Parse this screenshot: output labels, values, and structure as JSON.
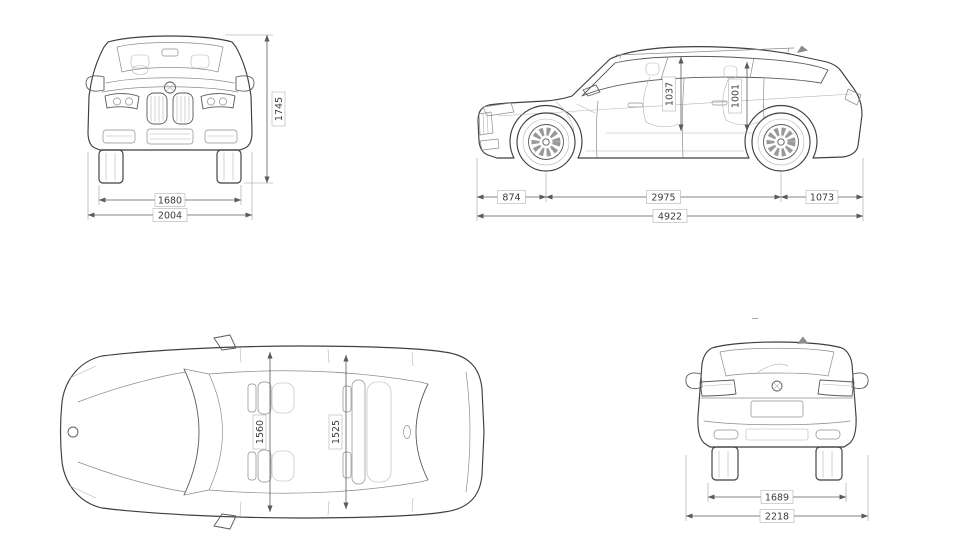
{
  "diagram": {
    "colors": {
      "background": "#ffffff",
      "outline": "#3f3f3f",
      "detail": "#8c8c8c",
      "dimension_line": "#5a5a5a",
      "label_text": "#3d3d3d"
    },
    "views": {
      "front": {
        "height": "1745",
        "track": "1680",
        "width": "2004"
      },
      "side": {
        "front_interior_height": "1037",
        "rear_interior_height": "1001",
        "front_overhang": "874",
        "wheelbase": "2975",
        "rear_overhang": "1073",
        "length": "4922"
      },
      "top": {
        "front_interior_width": "1560",
        "rear_interior_width": "1525"
      },
      "rear": {
        "track": "1689",
        "width": "2218"
      }
    }
  }
}
